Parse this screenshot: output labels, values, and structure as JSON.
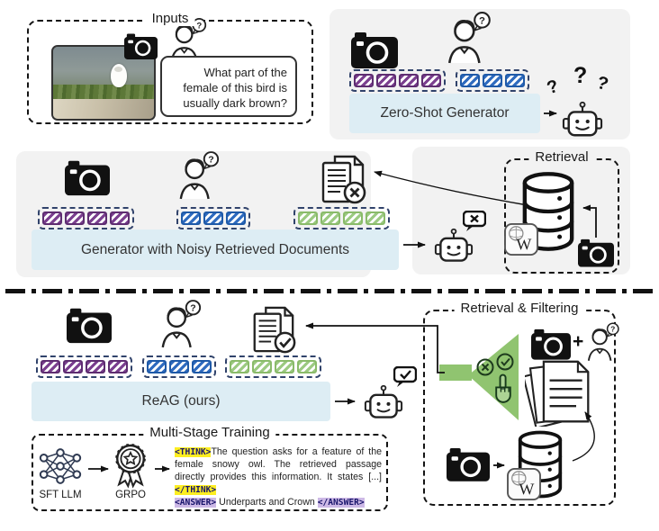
{
  "inputs": {
    "label": "Inputs",
    "question": "What part of the female of this bird is usually dark brown?"
  },
  "zero_shot": {
    "bar_label": "Zero-Shot Generator",
    "qmarks": [
      "?",
      "?",
      "?"
    ]
  },
  "noisy": {
    "bar_label": "Generator with Noisy Retrieved Documents",
    "retrieval_label": "Retrieval"
  },
  "reag": {
    "bar_label": "ReAG (ours)",
    "retrieval_label": "Retrieval & Filtering",
    "plus": "+"
  },
  "training": {
    "label": "Multi-Stage Training",
    "sft_label": "SFT LLM",
    "grpo_label": "GRPO",
    "think_open": "<THINK>",
    "think_body": "The question asks for a feature of the female snowy owl. The retrieved passage directly provides this information. It states [...] ",
    "think_close": "</THINK>",
    "answer_open": "<ANSWER>",
    "answer_body": "  Underparts and Crown ",
    "answer_close": "</ANSWER>"
  },
  "token_groups": {
    "image_tokens": {
      "count": 4,
      "color": "purple"
    },
    "question_tokens": {
      "count": 3,
      "color": "blue"
    },
    "document_tokens_noisy": {
      "count": 4,
      "color": "green"
    },
    "image_tokens_reag": {
      "count": 4,
      "color": "purple"
    },
    "question_tokens_reag": {
      "count": 3,
      "color": "blue"
    },
    "document_tokens_reag": {
      "count": 4,
      "color": "green"
    },
    "image_tokens_zs": {
      "count": 4,
      "color": "purple"
    },
    "question_tokens_zs": {
      "count": 3,
      "color": "blue"
    }
  },
  "icons": {
    "wiki_w": "W",
    "question_mark": "?"
  },
  "colors": {
    "panel_gray": "#f2f2f2",
    "bar_blue": "#ddedf4",
    "token_purple": "#7b3f8f",
    "token_blue": "#2f6bbf",
    "token_green": "#9cca82",
    "funnel_green": "#90c470",
    "highlight_yellow": "#fdee21",
    "highlight_lavender": "#cdb9e6",
    "tag_navy": "#18146b"
  }
}
